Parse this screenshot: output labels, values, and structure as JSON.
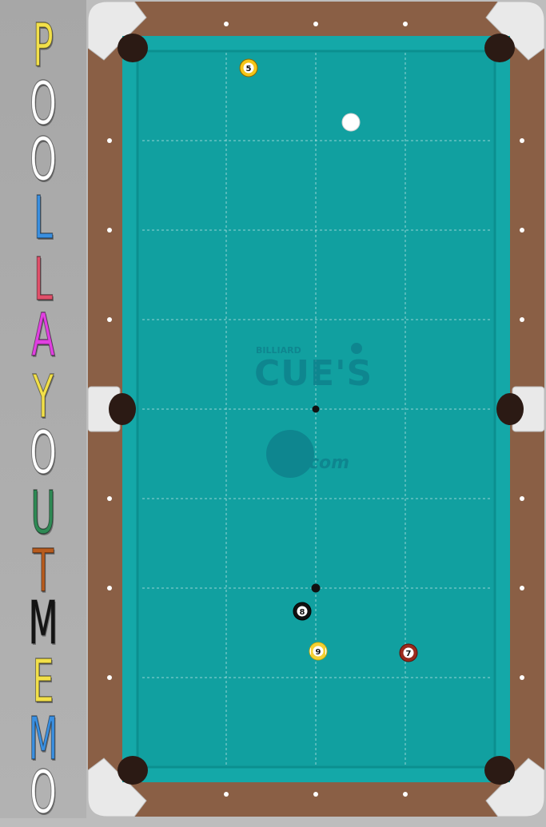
{
  "title": {
    "letters": [
      {
        "char": "P",
        "color": "#f2e04a"
      },
      {
        "char": "O",
        "color": "#ffffff"
      },
      {
        "char": "O",
        "color": "#ffffff"
      },
      {
        "char": "L",
        "color": "#3a8fe0"
      },
      {
        "char": "L",
        "color": "#e0506a"
      },
      {
        "char": "A",
        "color": "#e040e0"
      },
      {
        "char": "Y",
        "color": "#f2e04a"
      },
      {
        "char": "O",
        "color": "#ffffff"
      },
      {
        "char": "U",
        "color": "#2f8a55"
      },
      {
        "char": "T",
        "color": "#b85c1e"
      },
      {
        "char": "M",
        "color": "#141414"
      },
      {
        "char": "E",
        "color": "#f2e04a"
      },
      {
        "char": "M",
        "color": "#3a8fe0"
      },
      {
        "char": "O",
        "color": "#ffffff"
      }
    ]
  },
  "table": {
    "cloth_color": "#11a0a0",
    "rail_color": "#8a5f45",
    "logo": {
      "small_text": "BILLIARD",
      "main_text": "CUE'S",
      "domain_text": "com"
    },
    "balls": [
      {
        "id": "cue",
        "number": "",
        "kind": "cue"
      },
      {
        "id": "5",
        "number": "5",
        "kind": "numbered",
        "color": "#f5c518"
      },
      {
        "id": "8",
        "number": "8",
        "kind": "numbered",
        "color": "#111111"
      },
      {
        "id": "9",
        "number": "9",
        "kind": "numbered",
        "color": "#f5d033"
      },
      {
        "id": "7",
        "number": "7",
        "kind": "numbered",
        "color": "#9b2a1c"
      }
    ],
    "spots": [
      "center-spot",
      "foot-spot"
    ]
  }
}
